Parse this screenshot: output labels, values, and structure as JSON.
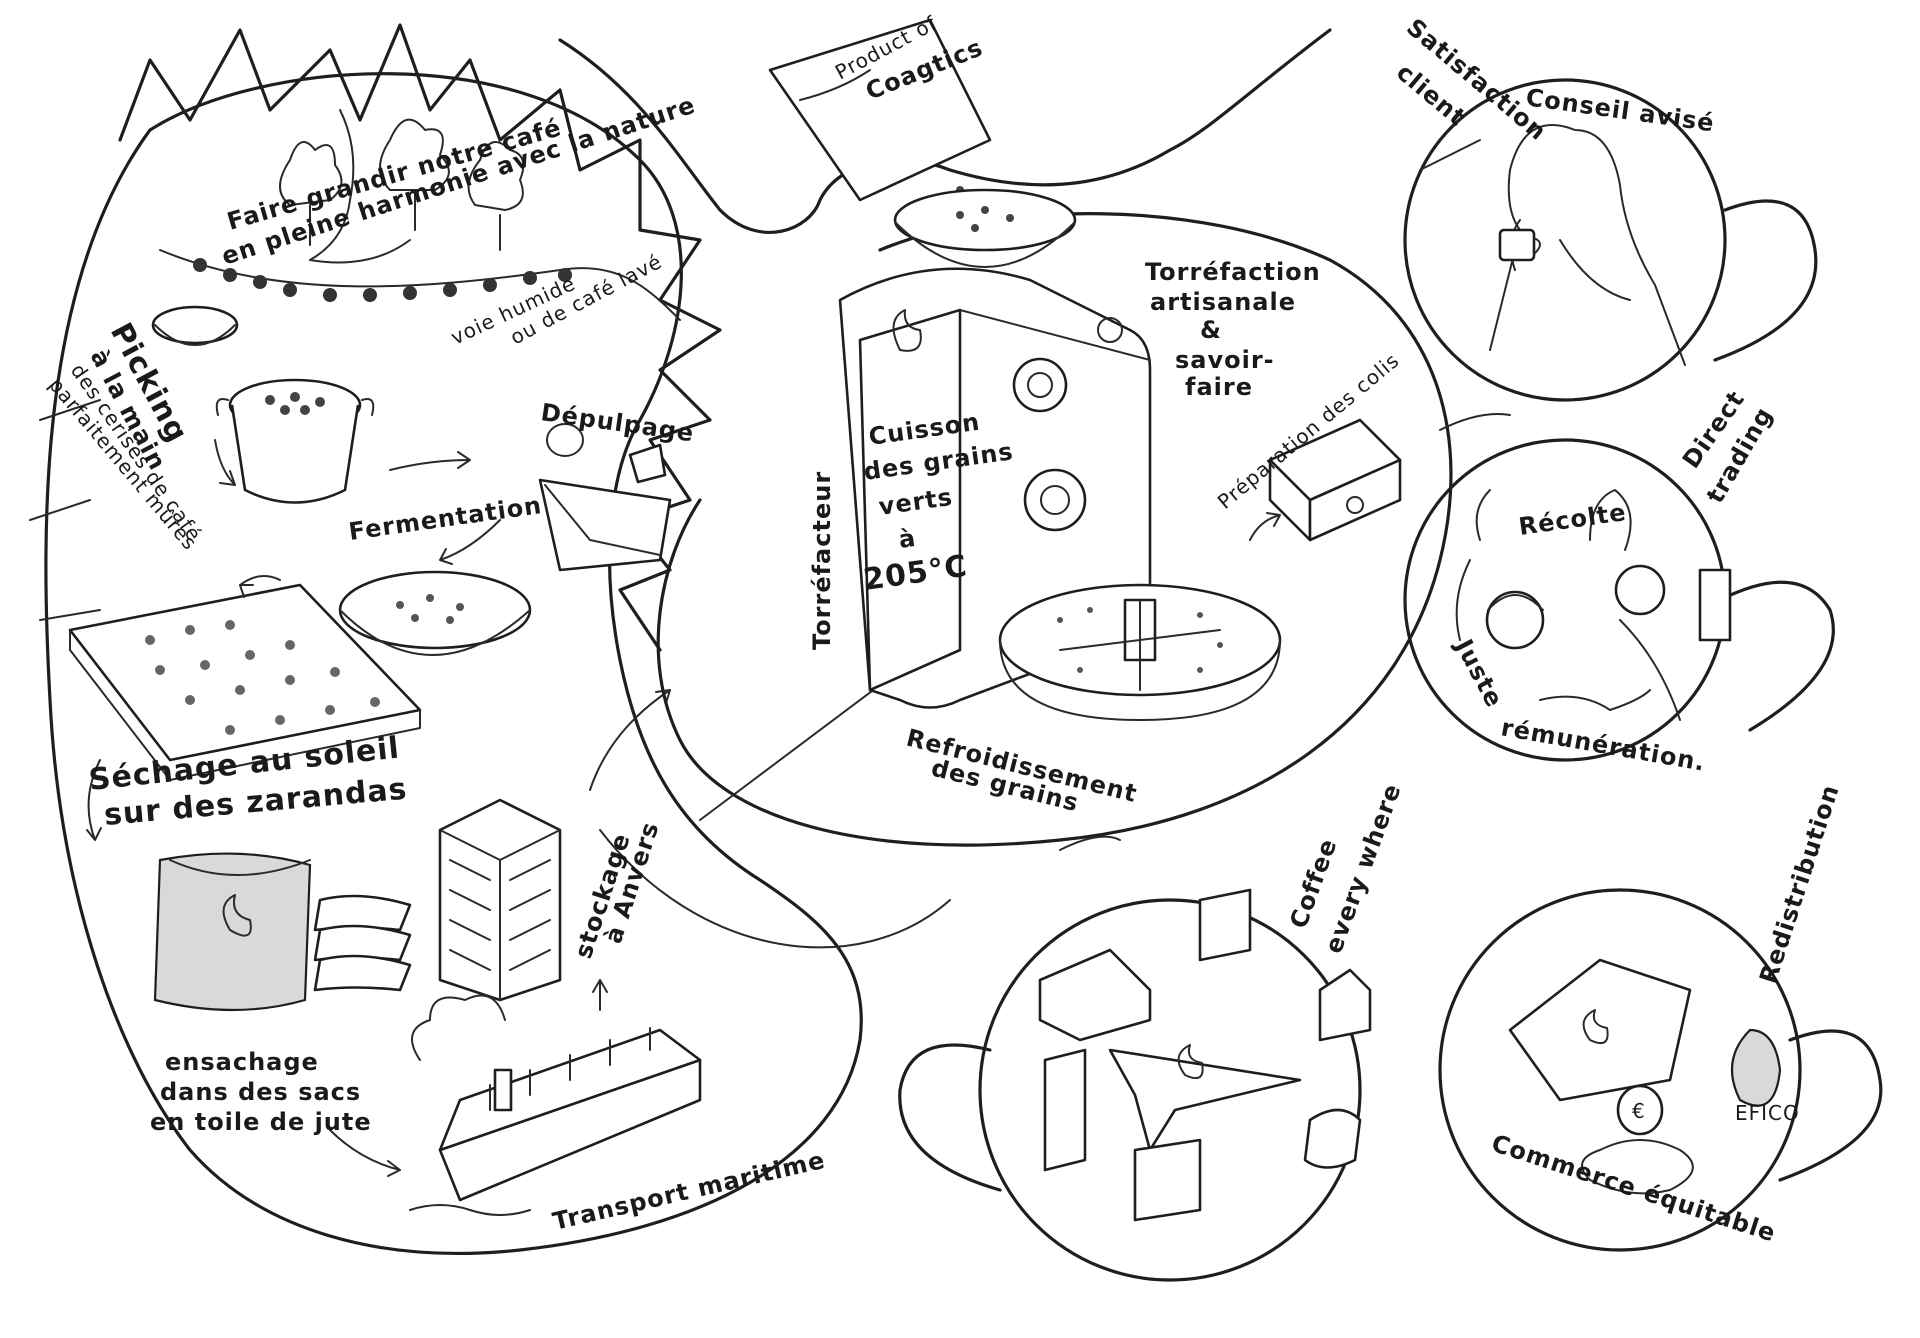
{
  "labels": {
    "nature": "Faire grandir notre café",
    "nature2": "en pleine harmonie avec la nature",
    "picking1": "Picking",
    "picking2": "à la main",
    "picking3": "des cerises de café",
    "picking4": "parfaitement mûres",
    "voie1": "voie humide",
    "voie2": "ou de café lavé",
    "depulpage": "Dépulpage",
    "fermentation": "Fermentation",
    "sechage1": "Séchage au soleil",
    "sechage2": "sur des zarandas",
    "stockage1": "stockage",
    "stockage2": "à Anvers",
    "ensachage1": "ensachage",
    "ensachage2": "dans des sacs",
    "ensachage3": "en toile de jute",
    "transport": "Transport maritime",
    "product1": "Product of",
    "product2": "Coagtics",
    "torref1": "Torréfaction",
    "torref2": "artisanale",
    "torref3": "&",
    "torref4": "savoir-",
    "torref5": "faire",
    "cuisson1": "Cuisson",
    "cuisson2": "des grains",
    "cuisson3": "verts",
    "cuisson4": "à",
    "cuisson5": "205°C",
    "torrefacteur": "Torréfacteur",
    "preparation": "Préparation des colis",
    "refroid1": "Refroidissement",
    "refroid2": "des grains",
    "satisf1": "Satisfaction",
    "satisf2": "client",
    "conseil": "Conseil avisé",
    "recolte": "Récolte",
    "direct1": "Direct",
    "direct2": "trading",
    "juste": "Juste",
    "remun": "rémunération.",
    "coffee1": "Coffee",
    "coffee2": "every where",
    "redistribution": "Redistribution",
    "commerce": "Commerce équitable",
    "efico": "EFICO",
    "euro": "€"
  }
}
